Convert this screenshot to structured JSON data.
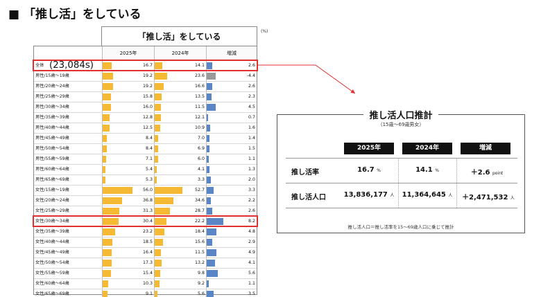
{
  "page": {
    "title": "■ 「推し活」をしている"
  },
  "table": {
    "header": "「推し活」をしている",
    "unit": "(%)",
    "columns": [
      "2025年",
      "2024年",
      "増減"
    ]
  },
  "chart_data": {
    "type": "table",
    "title": "「推し活」をしている",
    "columns": [
      "2025年",
      "2024年",
      "増減"
    ],
    "rows": [
      {
        "label": "全体",
        "note": "(23,084s)",
        "v2025": 16.7,
        "v2024": 14.1,
        "diff": 2.6
      },
      {
        "label": "男性/15歳～19歳",
        "v2025": 19.2,
        "v2024": 23.6,
        "diff": -4.4
      },
      {
        "label": "男性/20歳～24歳",
        "v2025": 19.2,
        "v2024": 16.6,
        "diff": 2.6
      },
      {
        "label": "男性/25歳～29歳",
        "v2025": 15.8,
        "v2024": 13.5,
        "diff": 2.3
      },
      {
        "label": "男性/30歳～34歳",
        "v2025": 16.0,
        "v2024": 11.5,
        "diff": 4.5
      },
      {
        "label": "男性/35歳～39歳",
        "v2025": 12.8,
        "v2024": 12.1,
        "diff": 0.7
      },
      {
        "label": "男性/40歳～44歳",
        "v2025": 12.5,
        "v2024": 10.9,
        "diff": 1.6
      },
      {
        "label": "男性/45歳～49歳",
        "v2025": 8.4,
        "v2024": 7.0,
        "diff": 1.4
      },
      {
        "label": "男性/50歳～54歳",
        "v2025": 8.4,
        "v2024": 6.9,
        "diff": 1.5
      },
      {
        "label": "男性/55歳～59歳",
        "v2025": 7.1,
        "v2024": 6.0,
        "diff": 1.1
      },
      {
        "label": "男性/60歳～64歳",
        "v2025": 5.4,
        "v2024": 4.1,
        "diff": 1.3
      },
      {
        "label": "男性/65歳～69歳",
        "v2025": 5.3,
        "v2024": 3.3,
        "diff": 2.0
      },
      {
        "label": "女性/15歳～19歳",
        "v2025": 56.0,
        "v2024": 52.7,
        "diff": 3.3
      },
      {
        "label": "女性/20歳～24歳",
        "v2025": 36.8,
        "v2024": 34.6,
        "diff": 2.2
      },
      {
        "label": "女性/25歳～29歳",
        "v2025": 31.3,
        "v2024": 28.7,
        "diff": 2.6
      },
      {
        "label": "女性/30歳～34歳",
        "v2025": 30.4,
        "v2024": 22.2,
        "diff": 8.2
      },
      {
        "label": "女性/35歳～39歳",
        "v2025": 23.2,
        "v2024": 18.4,
        "diff": 4.8
      },
      {
        "label": "女性/40歳～44歳",
        "v2025": 18.5,
        "v2024": 15.6,
        "diff": 2.9
      },
      {
        "label": "女性/45歳～49歳",
        "v2025": 16.4,
        "v2024": 11.5,
        "diff": 4.9
      },
      {
        "label": "女性/50歳～54歳",
        "v2025": 17.3,
        "v2024": 13.2,
        "diff": 4.1
      },
      {
        "label": "女性/55歳～59歳",
        "v2025": 15.4,
        "v2024": 9.8,
        "diff": 5.6
      },
      {
        "label": "女性/60歳～64歳",
        "v2025": 10.3,
        "v2024": 9.2,
        "diff": 1.1
      },
      {
        "label": "女性/65歳～69歳",
        "v2025": 9.1,
        "v2024": 5.6,
        "diff": 3.5
      }
    ],
    "bar_scale_max": 60,
    "diff_scale_max": 8.2,
    "highlighted_rows": [
      "全体",
      "女性/30歳～34歳"
    ],
    "colors": {
      "v2025": "#f6b933",
      "v2024": "#f6b933",
      "diff_positive": "#5b86c6",
      "diff_negative": "#9a9a9a",
      "highlight": "#e03030"
    }
  },
  "estimate": {
    "title": "推し活人口推計",
    "subtitle": "（15歳～69歳男女）",
    "headers": [
      "2025年",
      "2024年",
      "増減"
    ],
    "rows": [
      {
        "label": "推し活率",
        "v2025": "16.7",
        "u2025": "%",
        "v2024": "14.1",
        "u2024": "%",
        "diff": "＋2.6",
        "udiff": "point"
      },
      {
        "label": "推し活人口",
        "v2025": "13,836,177",
        "u2025": "人",
        "v2024": "11,364,645",
        "u2024": "人",
        "diff": "＋2,471,532",
        "udiff": "人"
      }
    ],
    "note": "推し活人口＝推し活率を15～69歳人口に乗じて推計"
  }
}
